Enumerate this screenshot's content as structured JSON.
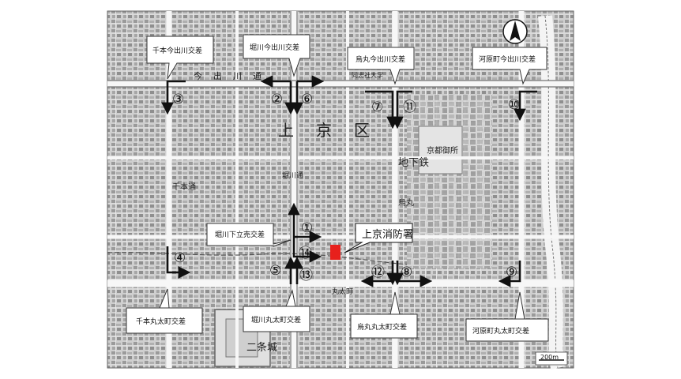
{
  "map": {
    "district_label": "上京区",
    "fire_station_label": "上京消防署",
    "scale_label": "200m",
    "north_icon": "north-arrow-icon",
    "station_marker_color": "#e8201c"
  },
  "intersections": [
    {
      "id": "senbon-imadegawa",
      "label": "千本今出川交差",
      "numbers": [
        "③"
      ]
    },
    {
      "id": "horikawa-imadegawa",
      "label": "堀川今出川交差",
      "numbers": [
        "②",
        "⑥"
      ]
    },
    {
      "id": "karasuma-imadegawa",
      "label": "烏丸今出川交差",
      "numbers": [
        "⑦",
        "⑪"
      ]
    },
    {
      "id": "kawaramachi-imadegawa",
      "label": "河原町今出川交差",
      "numbers": [
        "⑩"
      ]
    },
    {
      "id": "horikawa-shimodachiuri",
      "label": "堀川下立売交差",
      "numbers": [
        "①",
        "⑭"
      ]
    },
    {
      "id": "senbon-marutamachi",
      "label": "千本丸太町交差",
      "numbers": [
        "④"
      ]
    },
    {
      "id": "horikawa-marutamachi",
      "label": "堀川丸太町交差",
      "numbers": [
        "⑤",
        "⑬"
      ]
    },
    {
      "id": "karasuma-marutamachi",
      "label": "烏丸丸太町交差",
      "numbers": [
        "⑫",
        "⑧"
      ]
    },
    {
      "id": "kawaramachi-marutamachi",
      "label": "河原町丸太町交差",
      "numbers": [
        "⑨"
      ]
    }
  ],
  "map_words": {
    "imadegawa_dori": "今出川通",
    "horikawa_dori": "堀川通",
    "karasuma": "烏丸",
    "subway": "地下鉄",
    "kyoto_gosho": "京都御所",
    "nijo_castle": "二条城",
    "marutamachi": "丸太町",
    "senbon": "千本通",
    "doshisha": "同志社大学"
  }
}
